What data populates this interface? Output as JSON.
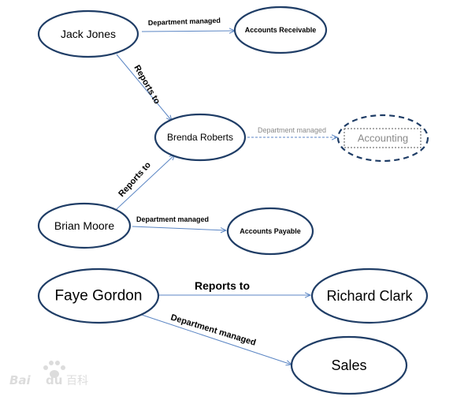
{
  "nodes": {
    "jack_jones": "Jack Jones",
    "accounts_receivable": "Accounts Receivable",
    "brenda_roberts": "Brenda Roberts",
    "accounting": "Accounting",
    "brian_moore": "Brian Moore",
    "accounts_payable": "Accounts Payable",
    "faye_gordon": "Faye Gordon",
    "richard_clark": "Richard Clark",
    "sales": "Sales"
  },
  "edges": {
    "jack_dept": "Department managed",
    "jack_reports": "Reports to",
    "brenda_dept": "Department managed",
    "brian_reports": "Reports to",
    "brian_dept": "Department managed",
    "faye_reports": "Reports to",
    "faye_dept": "Department managed"
  },
  "colors": {
    "node_border": "#1f3d66",
    "edge": "#5b86c4",
    "muted_text": "#8a8a8a"
  }
}
